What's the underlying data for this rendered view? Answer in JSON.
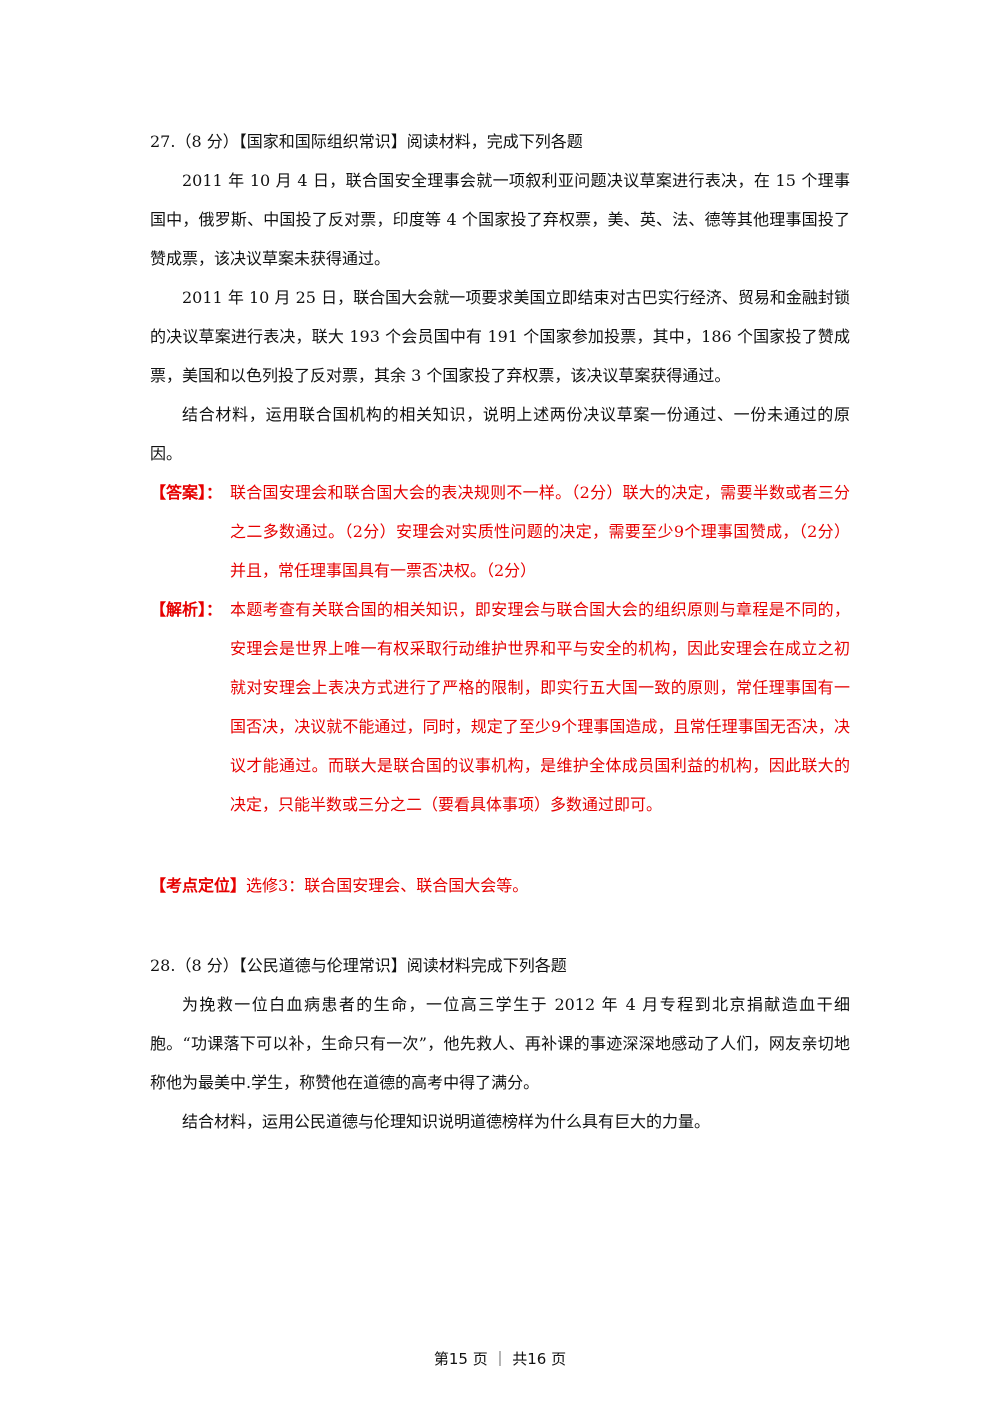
{
  "q27": {
    "title": "27.（8 分）【国家和国际组织常识】阅读材料，完成下列各题",
    "p1": "2011 年 10 月 4 日，联合国安全理事会就一项叙利亚问题决议草案进行表决，在 15 个理事国中，俄罗斯、中国投了反对票，印度等 4 个国家投了弃权票，美、英、法、德等其他理事国投了赞成票，该决议草案未获得通过。",
    "p2": "2011 年 10 月 25 日，联合国大会就一项要求美国立即结束对古巴实行经济、贸易和金融封锁的决议草案进行表决，联大 193 个会员国中有 191 个国家参加投票，其中，186 个国家投了赞成票，美国和以色列投了反对票，其余 3 个国家投了弃权票，该决议草案获得通过。",
    "p3": "结合材料，运用联合国机构的相关知识，说明上述两份决议草案一份通过、一份未通过的原因。",
    "answer_tag": "【答案】：",
    "answer": "联合国安理会和联合国大会的表决规则不一样。（2分）联大的决定，需要半数或者三分之二多数通过。（2分）安理会对实质性问题的决定，需要至少9个理事国赞成，（2分）并且，常任理事国具有一票否决权。（2分）",
    "analysis_tag": "【解析】：",
    "analysis": "本题考查有关联合国的相关知识，即安理会与联合国大会的组织原则与章程是不同的，安理会是世界上唯一有权采取行动维护世界和平与安全的机构，因此安理会在成立之初就对安理会上表决方式进行了严格的限制，即实行五大国一致的原则，常任理事国有一国否决，决议就不能通过，同时，规定了至少9个理事国造成，且常任理事国无否决，决议才能通过。而联大是联合国的议事机构，是维护全体成员国利益的机构，因此联大的决定，只能半数或三分之二（要看具体事项）多数通过即可。",
    "kaodian_tag": "【考点定位】",
    "kaodian": "选修3：联合国安理会、联合国大会等。"
  },
  "q28": {
    "title": "28.（8 分）【公民道德与伦理常识】阅读材料完成下列各题",
    "p1": "为挽救一位白血病患者的生命，一位高三学生于 2012 年 4 月专程到北京捐献造血干细胞。“功课落下可以补，生命只有一次”，他先救人、再补课的事迹深深地感动了人们，网友亲切地称他为最美中.学生，称赞他在道德的高考中得了满分。",
    "p2": "结合材料，运用公民道德与伦理知识说明道德榜样为什么具有巨大的力量。"
  },
  "footer": "第15 页 ｜ 共16 页"
}
